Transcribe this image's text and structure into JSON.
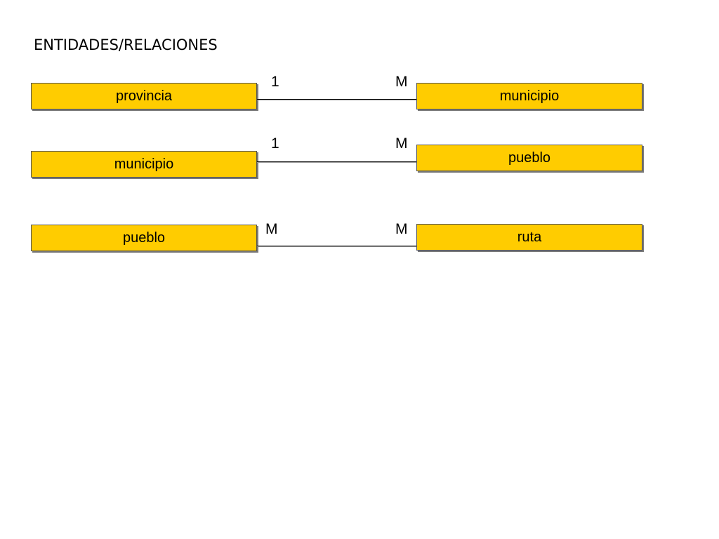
{
  "title": "ENTIDADES/RELACIONES",
  "colors": {
    "entity_fill": "#ffcc00",
    "entity_border": "#555555",
    "line": "#000000"
  },
  "relations": [
    {
      "left": "provincia",
      "right": "municipio",
      "left_card": "1",
      "right_card": "M"
    },
    {
      "left": "municipio",
      "right": "pueblo",
      "left_card": "1",
      "right_card": "M"
    },
    {
      "left": "pueblo",
      "right": "ruta",
      "left_card": "M",
      "right_card": "M"
    }
  ]
}
